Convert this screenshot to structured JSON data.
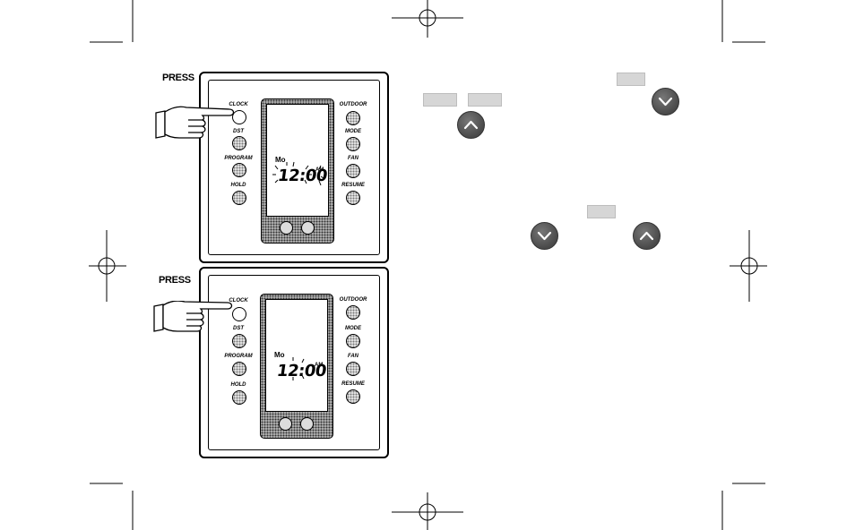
{
  "instruction": {
    "press_label_top": "PRESS",
    "press_label_bottom": "PRESS"
  },
  "thermostat": {
    "buttons_left": [
      "CLOCK",
      "DST",
      "PROGRAM",
      "HOLD"
    ],
    "buttons_right": [
      "OUTDOOR",
      "MODE",
      "FAN",
      "RESUME"
    ],
    "display_top": {
      "day": "Mo",
      "time": "12:00",
      "ampm": "AM"
    },
    "display_bottom": {
      "day": "Mo",
      "time": "12:00",
      "ampm": "AM"
    }
  },
  "icons": {
    "down": "chevron-down-icon",
    "up": "chevron-up-icon",
    "hand": "pointing-hand-icon",
    "registration": "registration-mark-icon"
  },
  "colors": {
    "arrow_button": "#555555",
    "grey_box": "#d6d6d6"
  }
}
